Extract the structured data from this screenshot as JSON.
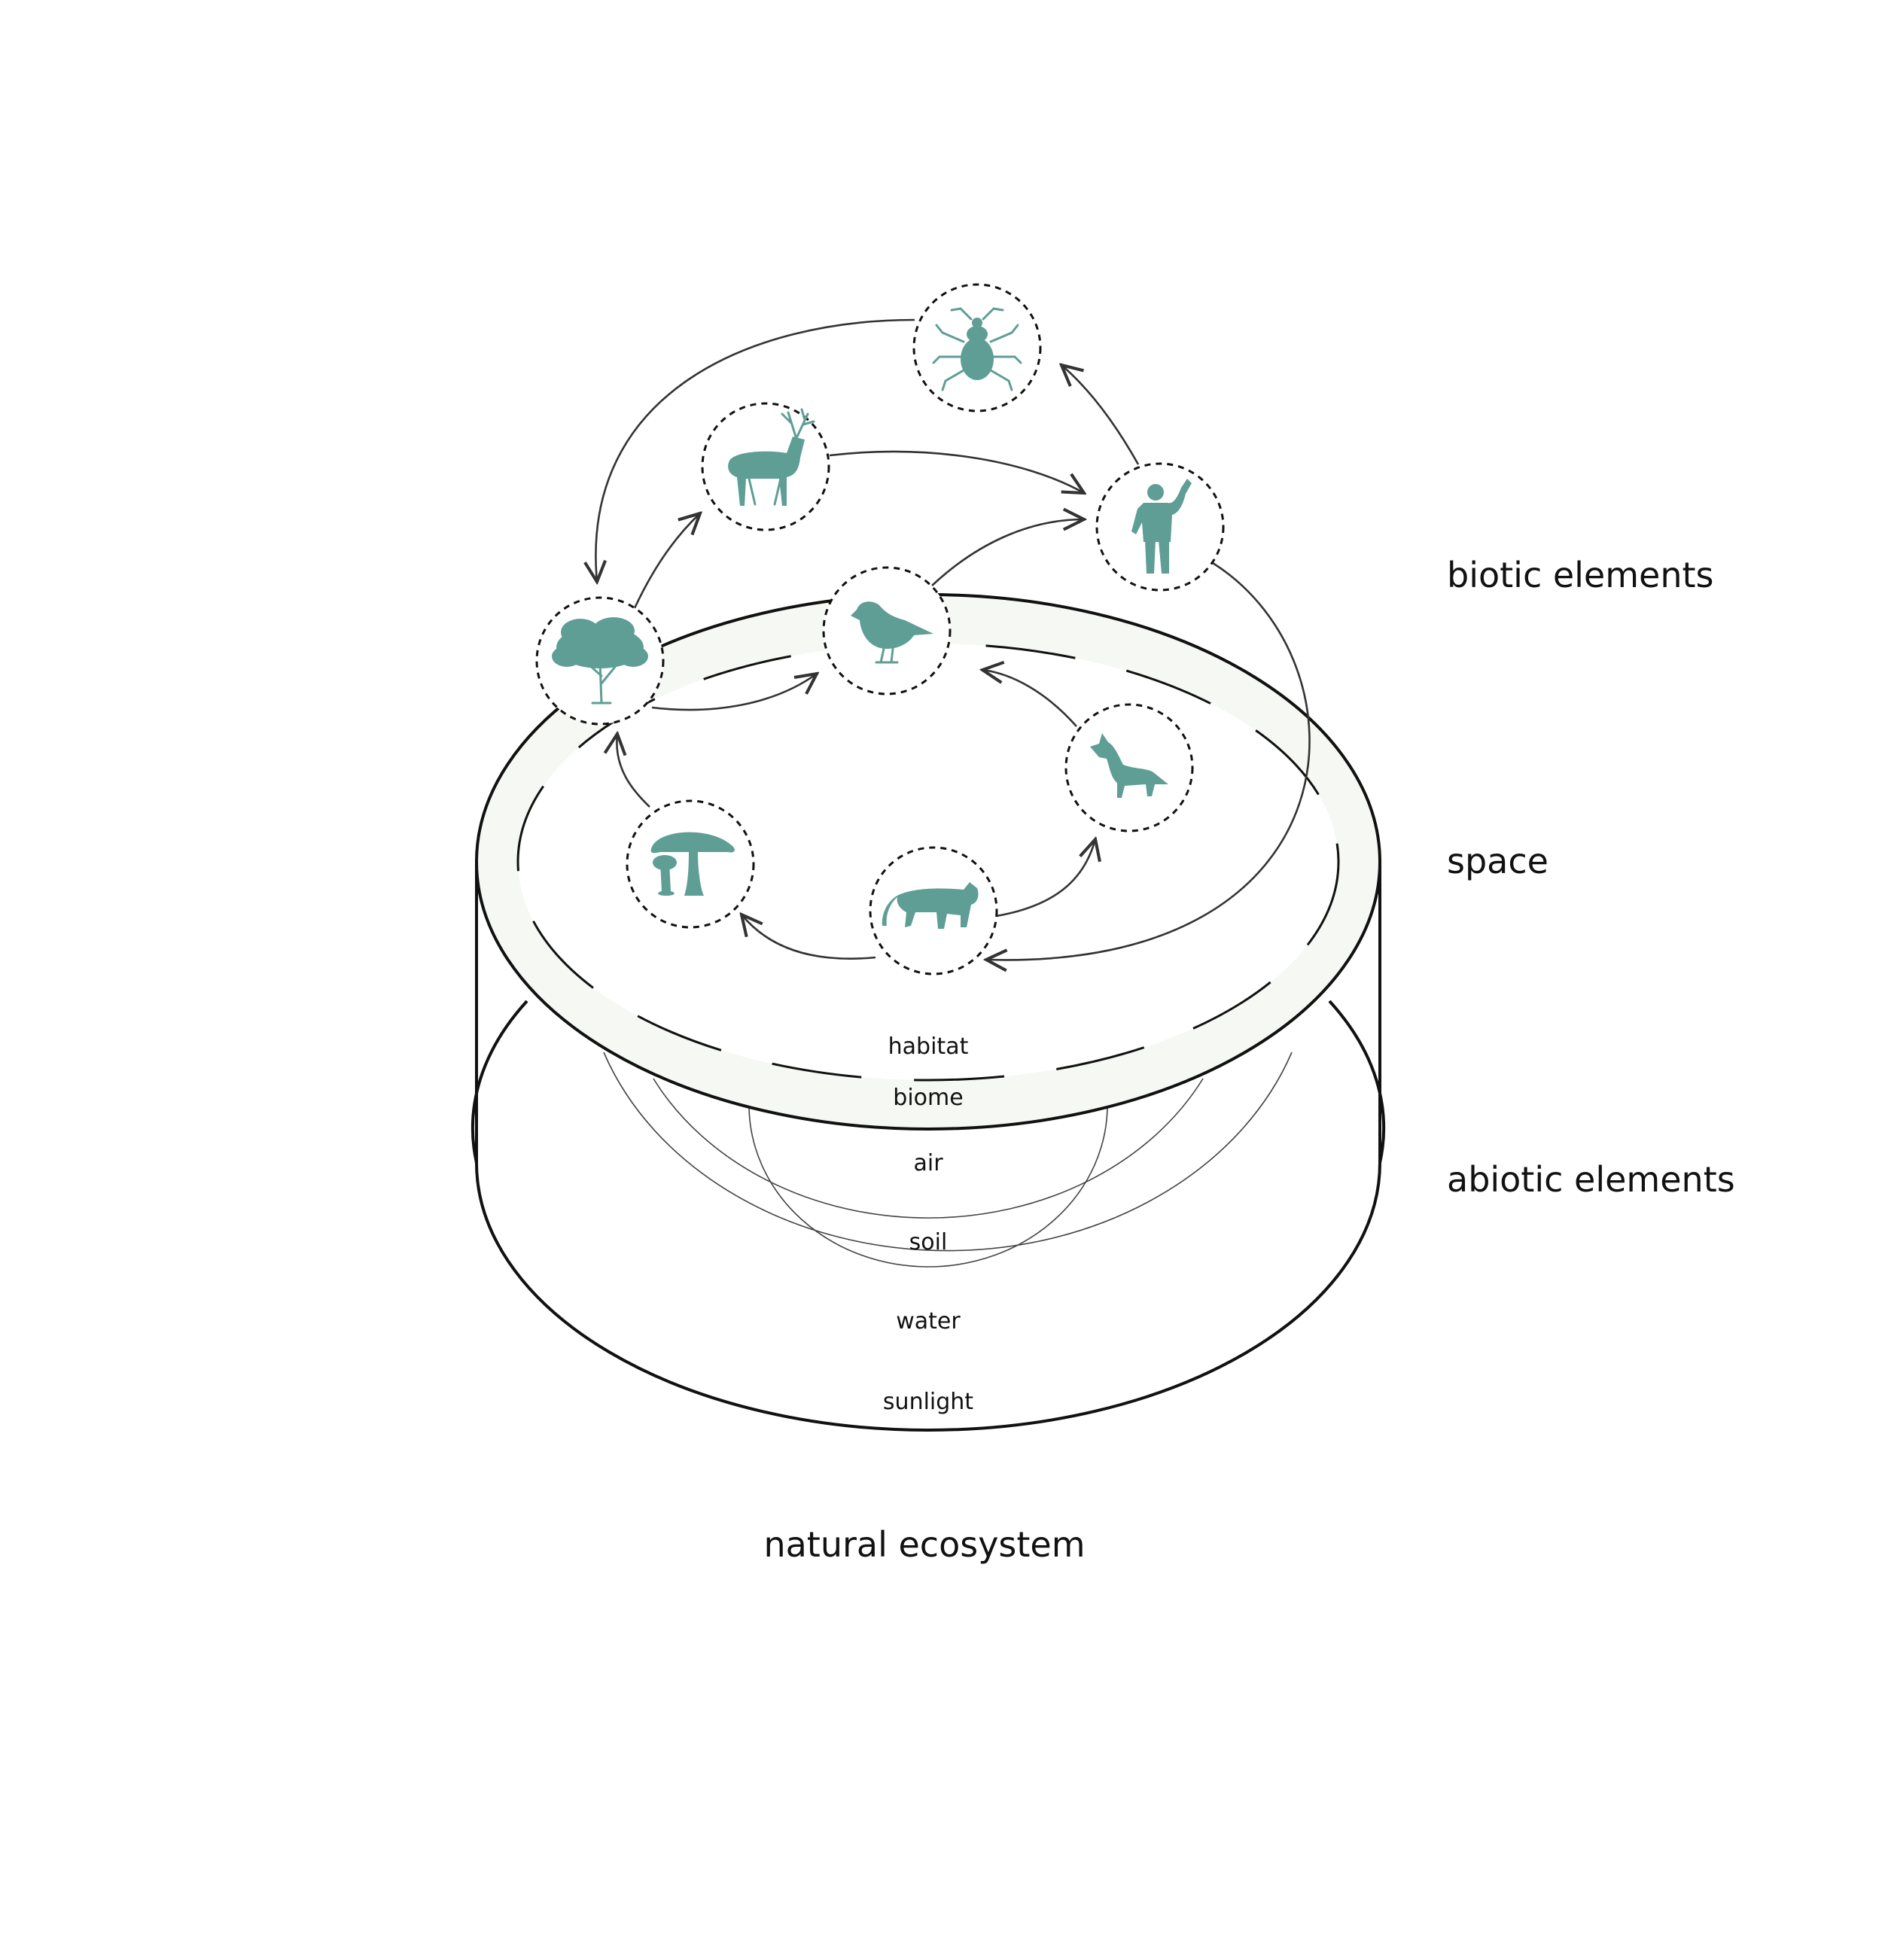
{
  "title": "natural ecosystem",
  "side_labels": {
    "biotic": "biotic elements",
    "space": "space",
    "abiotic": "abiotic elements"
  },
  "ring_labels": {
    "habitat": "habitat",
    "biome": "biome",
    "air": "air",
    "soil": "soil",
    "water": "water",
    "sunlight": "sunlight"
  },
  "nodes": [
    {
      "id": "beetle",
      "icon": "beetle-icon"
    },
    {
      "id": "deer",
      "icon": "deer-icon"
    },
    {
      "id": "human",
      "icon": "human-icon"
    },
    {
      "id": "tree",
      "icon": "tree-icon"
    },
    {
      "id": "bird",
      "icon": "bird-icon"
    },
    {
      "id": "wolf",
      "icon": "wolf-icon"
    },
    {
      "id": "mushroom",
      "icon": "mushroom-icon"
    },
    {
      "id": "tiger",
      "icon": "tiger-icon"
    }
  ],
  "colors": {
    "icon": "#5f9e95",
    "rim": "#f6f8f3",
    "line": "#111111"
  }
}
